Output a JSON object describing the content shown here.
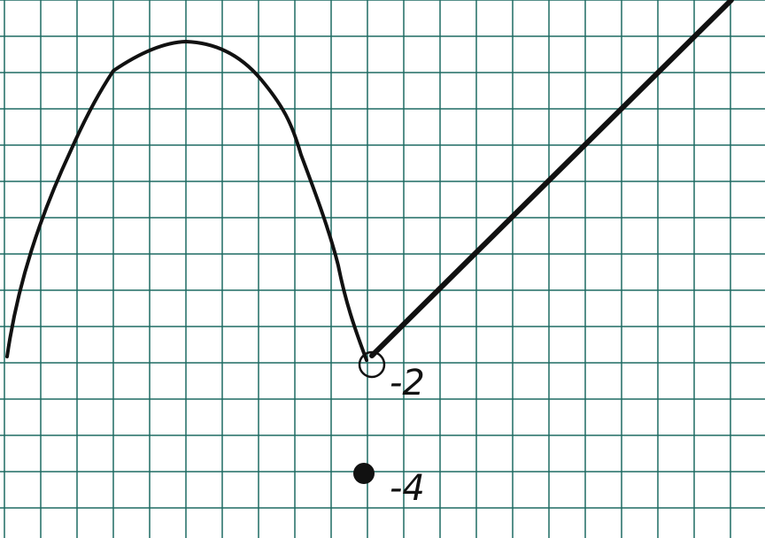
{
  "diagram": {
    "type": "piecewise-function-sketch",
    "grid_color": "#1f6b63",
    "curve_color": "#111111",
    "labels": {
      "open_point_value": "-2",
      "closed_point_value": "-4"
    },
    "open_point": {
      "y": -2,
      "filled": false
    },
    "closed_point": {
      "y": -4,
      "filled": true
    }
  }
}
